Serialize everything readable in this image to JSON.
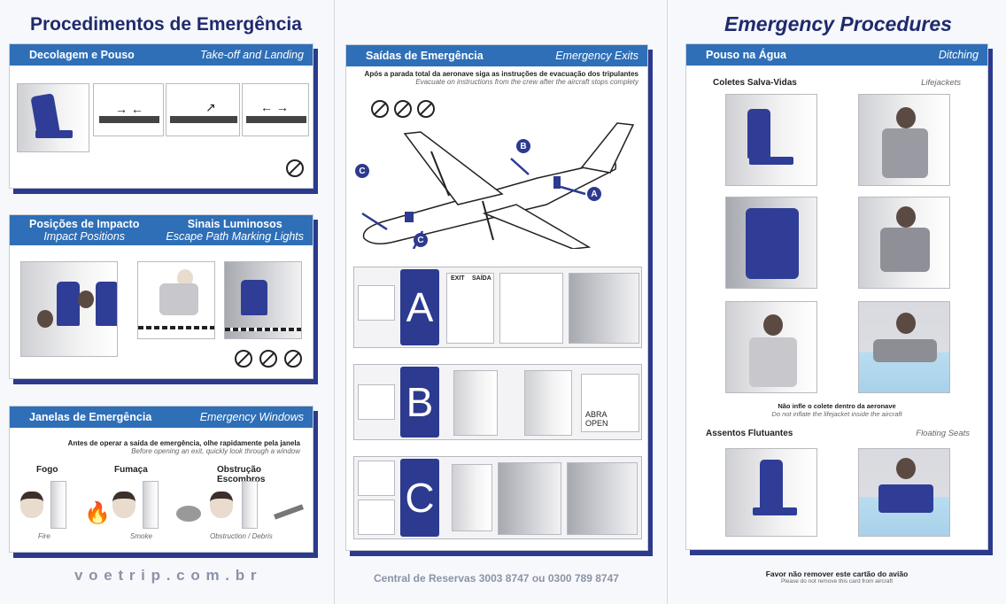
{
  "left": {
    "title": "Procedimentos de Emergência",
    "takeoff": {
      "pt": "Decolagem e Pouso",
      "en": "Take-off and Landing"
    },
    "impact": {
      "pt": "Posições de Impacto",
      "en": "Impact Positions"
    },
    "lights": {
      "pt": "Sinais Luminosos",
      "en": "Escape Path Marking Lights"
    },
    "windows": {
      "pt": "Janelas de Emergência",
      "en": "Emergency Windows",
      "note_pt": "Antes de operar a saída de emergência, olhe rapidamente pela janela",
      "note_en": "Before opening an exit, quickly look through a window",
      "items": [
        {
          "pt": "Fogo",
          "en": "Fire"
        },
        {
          "pt": "Fumaça",
          "en": "Smoke"
        },
        {
          "pt": "Obstrução",
          "pt2": "Escombros",
          "en": "Obstruction / Debris"
        }
      ]
    },
    "footer": "v o e t r i p . c o m . b r"
  },
  "middle": {
    "exits": {
      "pt": "Saídas de Emergência",
      "en": "Emergency Exits",
      "note_pt": "Após a parada total da aeronave siga as instruções de evacuação dos tripulantes",
      "note_en": "Evacuate on instructions from the crew after the aircraft stops complety"
    },
    "plane_labels": [
      "A",
      "B",
      "C",
      "C"
    ],
    "rows": [
      {
        "letter": "A",
        "exit_sign": "EXIT",
        "saida": "SAÍDA"
      },
      {
        "letter": "B",
        "abra": "ABRA",
        "open": "OPEN"
      },
      {
        "letter": "C"
      }
    ],
    "footer_label": "Central de Reservas",
    "phone1": "3003 8747",
    "or": "ou",
    "phone2": "0300 789 8747"
  },
  "right": {
    "title": "Emergency Procedures",
    "ditching": {
      "pt": "Pouso na Água",
      "en": "Ditching"
    },
    "lifejackets": {
      "pt": "Coletes Salva-Vidas",
      "en": "Lifejackets"
    },
    "warning_pt": "Não infle o colete dentro da aeronave",
    "warning_en": "Do not inflate the lifejacket inside the aircraft",
    "seats": {
      "pt": "Assentos Flutuantes",
      "en": "Floating Seats"
    },
    "footer_pt": "Favor não remover este cartão do avião",
    "footer_en": "Please do not remove this card from aircraft"
  },
  "colors": {
    "header_bar": "#2e6fb7",
    "shadow": "#2b3a8c",
    "title": "#1f2a6e",
    "seat": "#2f3d96"
  }
}
